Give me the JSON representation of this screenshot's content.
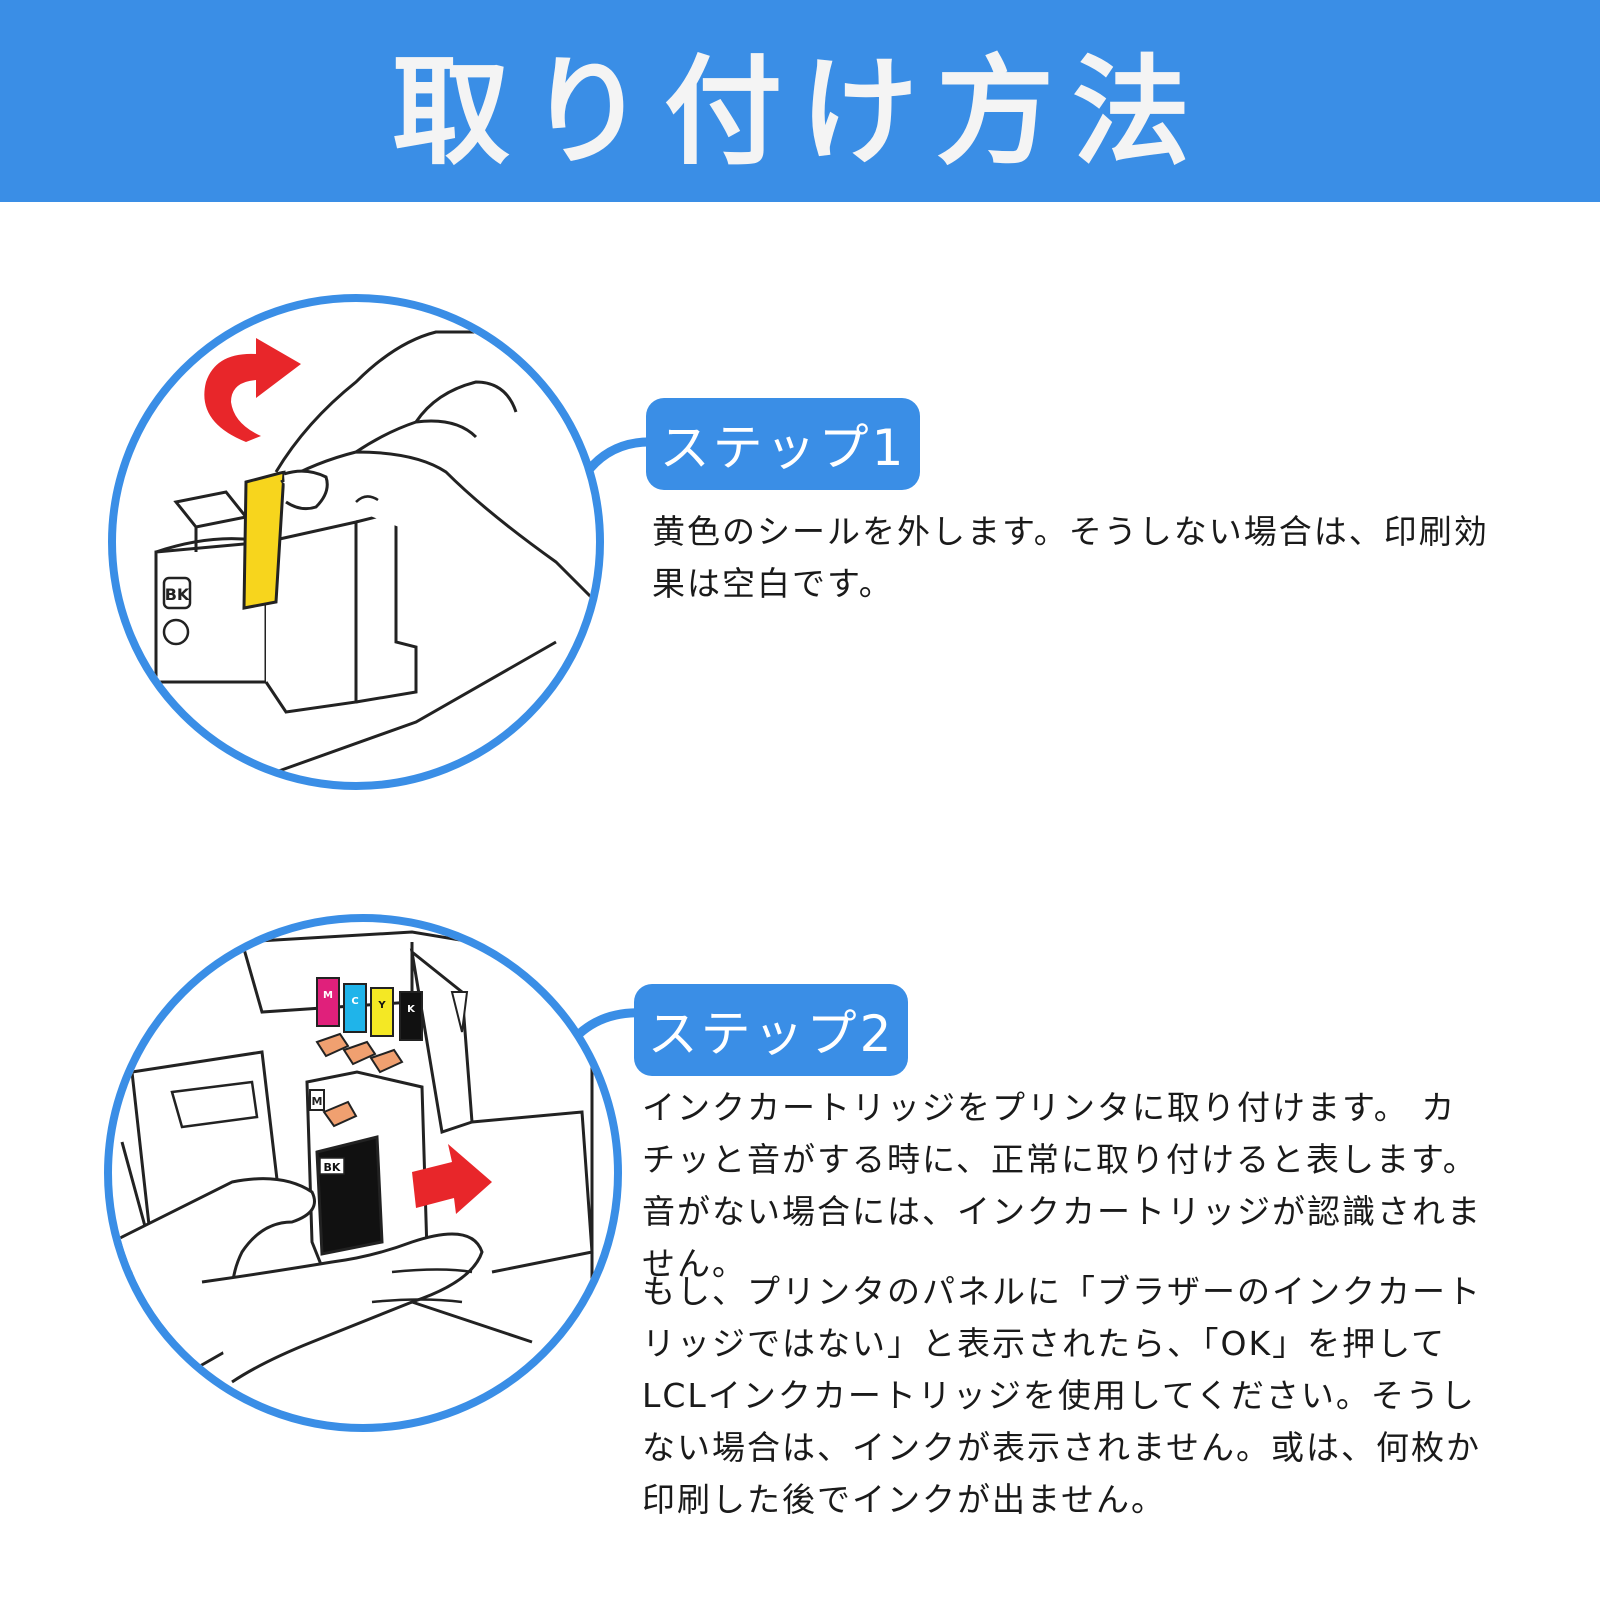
{
  "header": {
    "title": "取り付け方法"
  },
  "colors": {
    "accent": "#3a8ee6",
    "arrow": "#e8262a",
    "tape": "#f7d51d"
  },
  "step1": {
    "badge": "ステップ1",
    "description": "黄色のシールを外します。そうしない場合は、印刷効果は空白です。",
    "illustration": {
      "cartridge_label": "BK"
    }
  },
  "step2": {
    "badge": "ステップ2",
    "description": "インクカートリッジをプリンタに取り付けます。 カチッと音がする時に、正常に取り付けると表します。音がない場合には、インクカートリッジが認識されません。",
    "note": "もし、プリンタのパネルに「ブラザーのインクカートリッジではない」と表示されたら、「OK」を押してLCLインクカートリッジを使用してください。そうしない場合は、インクが表示されません。或は、何枚か印刷した後でインクが出ません。",
    "illustration": {
      "slot_labels": [
        "M",
        "C",
        "Y",
        "K"
      ],
      "cartridge_labels": [
        "M",
        "BK"
      ]
    }
  }
}
